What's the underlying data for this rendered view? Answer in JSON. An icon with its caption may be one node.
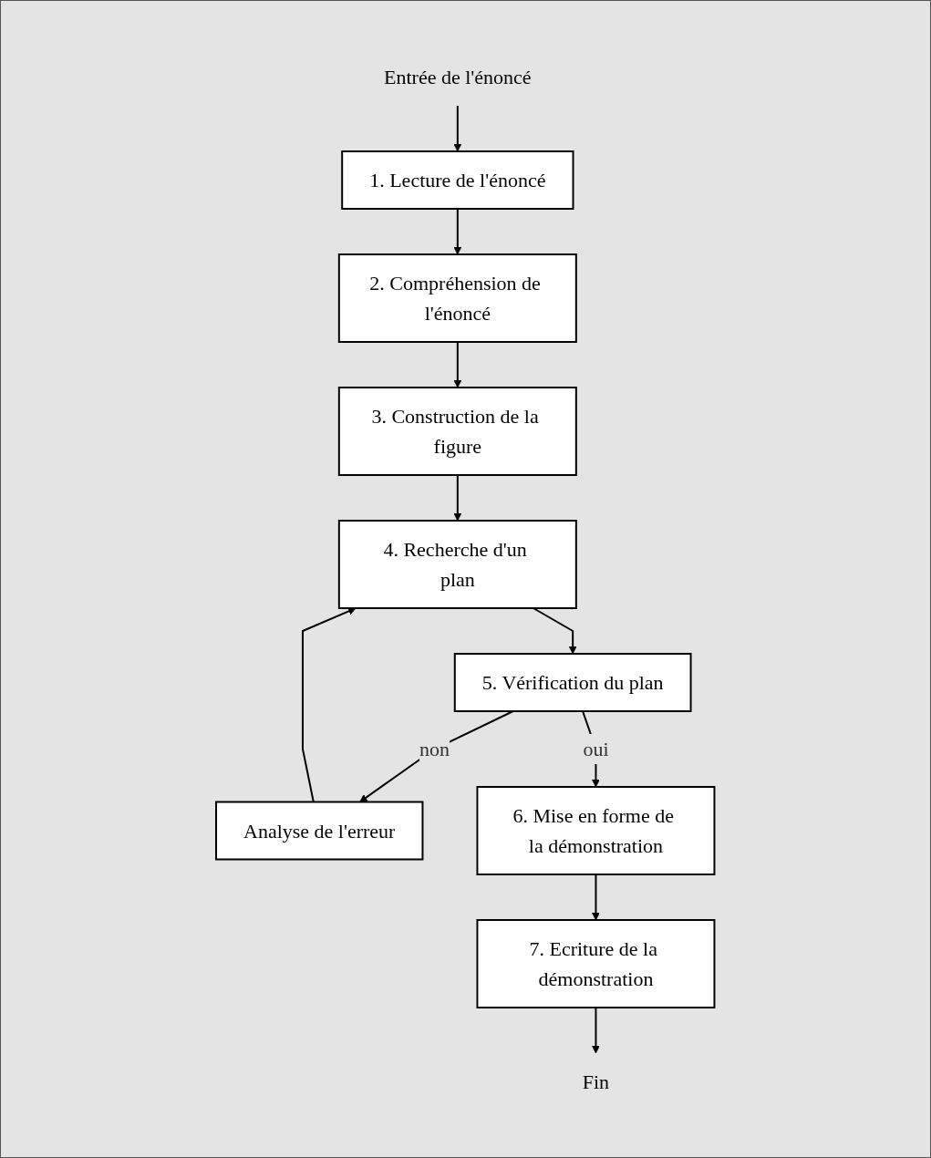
{
  "diagram": {
    "nodes": [
      {
        "text": [
          "Entrée de l'énoncé"
        ]
      },
      {
        "text": [
          "1. Lecture de l'énoncé"
        ]
      },
      {
        "text": [
          "2. Compréhension de l'énoncé"
        ]
      },
      {
        "text": [
          "3. Construction de la figure"
        ]
      },
      {
        "text": [
          "4. Recherche d'un plan"
        ]
      },
      {
        "text": [
          "5. Vérification du plan"
        ]
      },
      {
        "text": [
          "Analyse de l'erreur"
        ]
      },
      {
        "text": [
          "6. Mise en forme de la démonstration"
        ]
      },
      {
        "text": [
          "7. Ecriture de la démonstration"
        ]
      },
      {
        "text": [
          "Fin"
        ]
      }
    ],
    "edges": [
      {
        "from": 0,
        "to": 1,
        "arrow": "to"
      },
      {
        "from": 1,
        "to": 2,
        "arrow": "to"
      },
      {
        "from": 2,
        "to": 3,
        "arrow": "to"
      },
      {
        "from": 3,
        "to": 4,
        "arrow": "to"
      },
      {
        "from": 4,
        "to": 5,
        "arrow": "to"
      },
      {
        "from": 5,
        "to": 6,
        "label": "non",
        "arrow": "to"
      },
      {
        "from": 6,
        "to": 4,
        "arrow": "to"
      },
      {
        "from": 5,
        "to": 7,
        "label": "oui",
        "arrow": "to"
      },
      {
        "from": 7,
        "to": 8,
        "arrow": "to"
      },
      {
        "from": 8,
        "to": 9,
        "arrow": "to"
      }
    ]
  }
}
